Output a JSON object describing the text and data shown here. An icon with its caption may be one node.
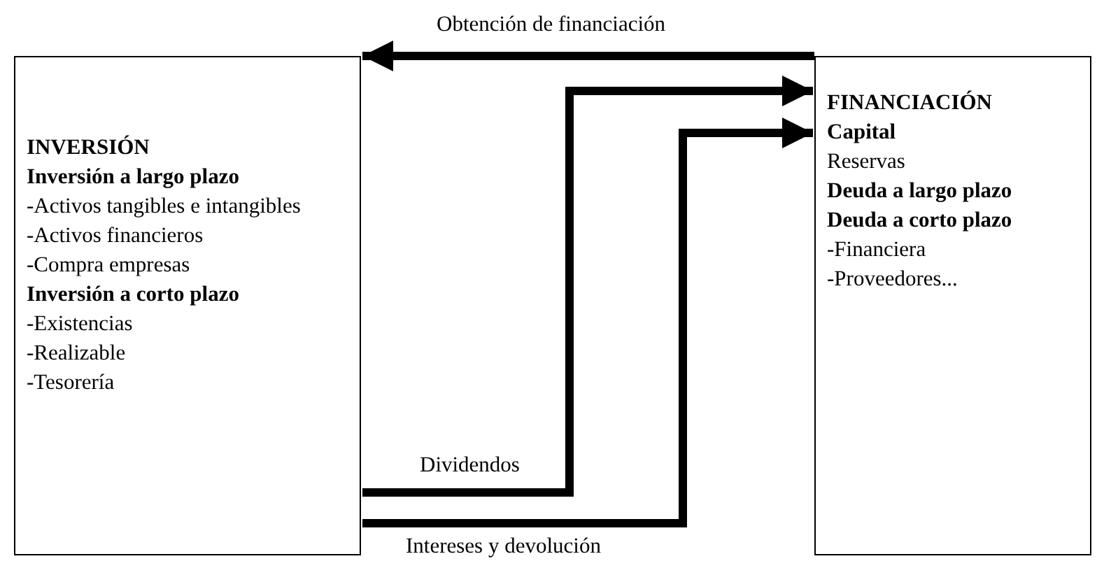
{
  "diagram": {
    "nodes": [
      {
        "text": [
          "INVERSIÓN",
          "Inversión a largo plazo",
          "-Activos tangibles e intangibles",
          "-Activos financieros",
          "-Compra empresas",
          "Inversión a corto plazo",
          "-Existencias",
          "-Realizable",
          "-Tesorería"
        ]
      },
      {
        "text": [
          "FINANCIACIÓN",
          "Capital",
          "Reservas",
          "Deuda a largo plazo",
          "Deuda a corto plazo",
          "-Financiera",
          "-Proveedores..."
        ]
      }
    ],
    "edges": [
      {
        "from": 1,
        "to": 0,
        "arrow": "to",
        "label": "Obtención de financiación"
      },
      {
        "from": 0,
        "to": 1,
        "arrow": "to",
        "label": "Dividendos"
      },
      {
        "from": 0,
        "to": 1,
        "arrow": "to",
        "label": "Intereses y devolución"
      }
    ]
  }
}
